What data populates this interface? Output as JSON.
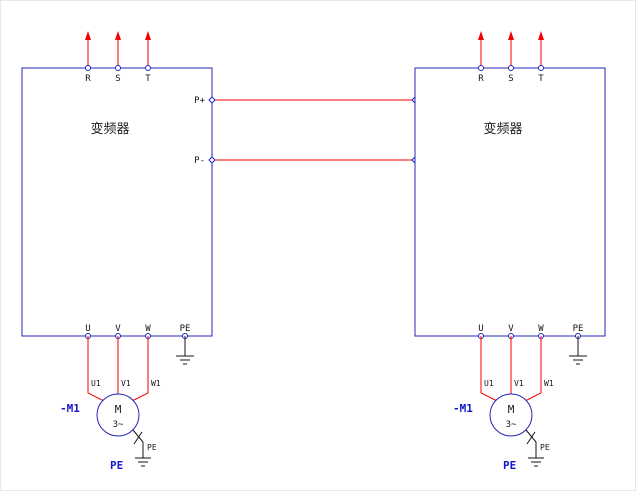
{
  "diagram": {
    "inverter": {
      "label": "变频器"
    },
    "supply_terminals": {
      "r": "R",
      "s": "S",
      "t": "T"
    },
    "dc_bus": {
      "p_plus": "P+",
      "p_minus": "P-"
    },
    "output_terminals": {
      "u": "U",
      "v": "V",
      "w": "W",
      "pe": "PE"
    },
    "motor": {
      "tag": "-M1",
      "letter": "M",
      "phase": "3~",
      "wire_u": "U1",
      "wire_v": "V1",
      "wire_w": "W1",
      "pe_tap": "PE",
      "pe_ground": "PE"
    },
    "colors": {
      "wire_red": "#f40000",
      "outline_blue": "#2424bb",
      "label_blue": "#1515cc",
      "text_black": "#151515"
    }
  }
}
